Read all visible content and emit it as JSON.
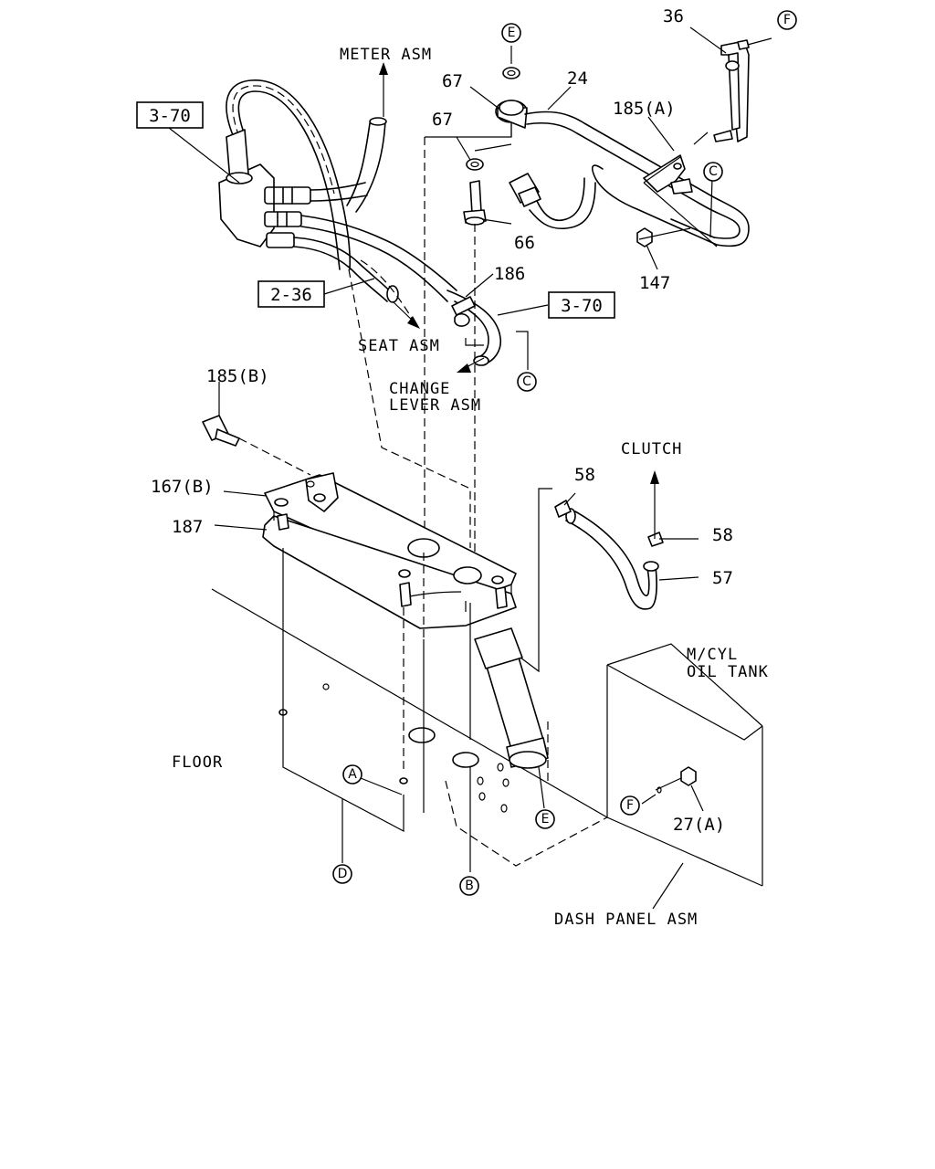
{
  "callouts": {
    "meter_asm": "METER ASM",
    "seat_asm": "SEAT ASM",
    "change_lever_1": "CHANGE",
    "change_lever_2": "LEVER ASM",
    "clutch": "CLUTCH",
    "mcyl_1": "M/CYL",
    "mcyl_2": "OIL TANK",
    "floor": "FLOOR",
    "dash_panel": "DASH PANEL ASM"
  },
  "ref_boxes": {
    "ref_a": "3-70",
    "ref_b": "2-36",
    "ref_c": "3-70"
  },
  "part_numbers": {
    "p36": "36",
    "p67a": "67",
    "p67b": "67",
    "p24": "24",
    "p185a": "185(A)",
    "p66": "66",
    "p147": "147",
    "p186": "186",
    "p185b": "185(B)",
    "p167b": "167(B)",
    "p187": "187",
    "p58a": "58",
    "p58b": "58",
    "p57": "57",
    "p27a": "27(A)"
  },
  "connectors": {
    "e_top": "E",
    "f_top": "F",
    "c_right": "C",
    "c_lower": "C",
    "a": "A",
    "d": "D",
    "b": "B",
    "e_low": "E",
    "f_low": "F"
  }
}
